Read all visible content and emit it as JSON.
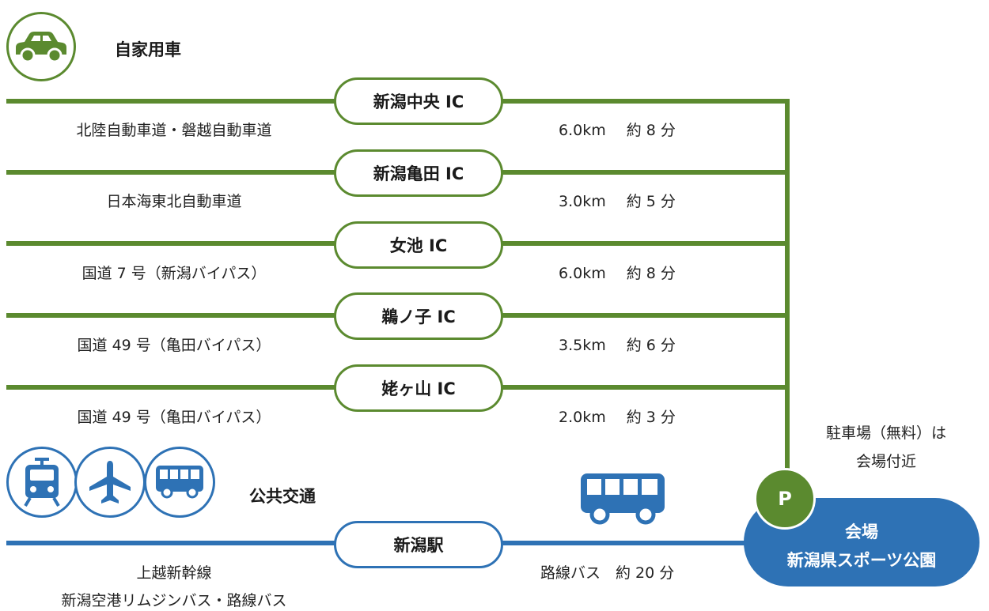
{
  "car": {
    "heading": "自家用車",
    "icon": "car-icon",
    "exits": [
      {
        "ic": "新潟中央 IC",
        "route": "北陸自動車道・磐越自動車道",
        "distance": "6.0km",
        "time": "約 8 分"
      },
      {
        "ic": "新潟亀田 IC",
        "route": "日本海東北自動車道",
        "distance": "3.0km",
        "time": "約 5 分"
      },
      {
        "ic": "女池 IC",
        "route": "国道 7 号（新潟バイパス）",
        "distance": "6.0km",
        "time": "約 8 分"
      },
      {
        "ic": "鵜ノ子 IC",
        "route": "国道 49 号（亀田バイパス）",
        "distance": "3.5km",
        "time": "約 6 分"
      },
      {
        "ic": "姥ヶ山 IC",
        "route": "国道 49 号（亀田バイパス）",
        "distance": "2.0km",
        "time": "約 3 分"
      }
    ]
  },
  "public": {
    "heading": "公共交通",
    "icons": [
      "train-icon",
      "airplane-icon",
      "bus-icon"
    ],
    "station": "新潟駅",
    "route_line1": "上越新幹線",
    "route_line2": "新潟空港リムジンバス・路線バス",
    "bus_note": "路線バス　約 20 分"
  },
  "parking": {
    "badge": "P",
    "note_line1": "駐車場（無料）は",
    "note_line2": "会場付近"
  },
  "venue": {
    "label": "会場",
    "name": "新潟県スポーツ公園"
  },
  "colors": {
    "green": "#5b8a2f",
    "blue": "#2e72b5"
  }
}
